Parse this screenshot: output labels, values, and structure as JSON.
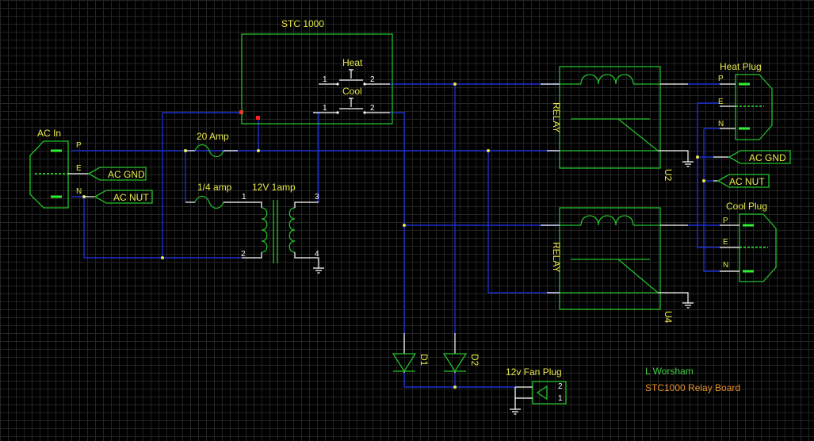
{
  "stc": {
    "title": "STC 1000",
    "heat": "Heat",
    "cool": "Cool",
    "pin1a": "1",
    "pin2a": "2",
    "pin1b": "1",
    "pin2b": "2"
  },
  "ac_in": {
    "label": "AC In",
    "p": "P",
    "e": "E",
    "n": "N",
    "gnd_tag": "AC GND",
    "nut_tag": "AC NUT"
  },
  "fuses": {
    "f20": "20 Amp",
    "f14": "1/4 amp"
  },
  "transformer": {
    "label": "12V 1amp",
    "p1": "1",
    "p2": "2",
    "p3": "3",
    "p4": "4"
  },
  "relays": {
    "relay_text": "RELAY",
    "u2": "U2",
    "u4": "U4"
  },
  "heat_plug": {
    "label": "Heat Plug",
    "p": "P",
    "e": "E",
    "n": "N",
    "gnd_tag": "AC GND",
    "nut_tag": "AC NUT"
  },
  "cool_plug": {
    "label": "Cool Plug",
    "p": "P",
    "e": "E",
    "n": "N"
  },
  "diodes": {
    "d1": "D1",
    "d2": "D2"
  },
  "fan_plug": {
    "label": "12v Fan Plug",
    "p2": "2",
    "p1": "1"
  },
  "title_block": {
    "author": "L Worsham",
    "board": "STC1000 Relay Board"
  },
  "colors": {
    "wire": "#1a2fd0",
    "component": "#22c028",
    "label": "#e8e84a",
    "background": "#000000"
  }
}
